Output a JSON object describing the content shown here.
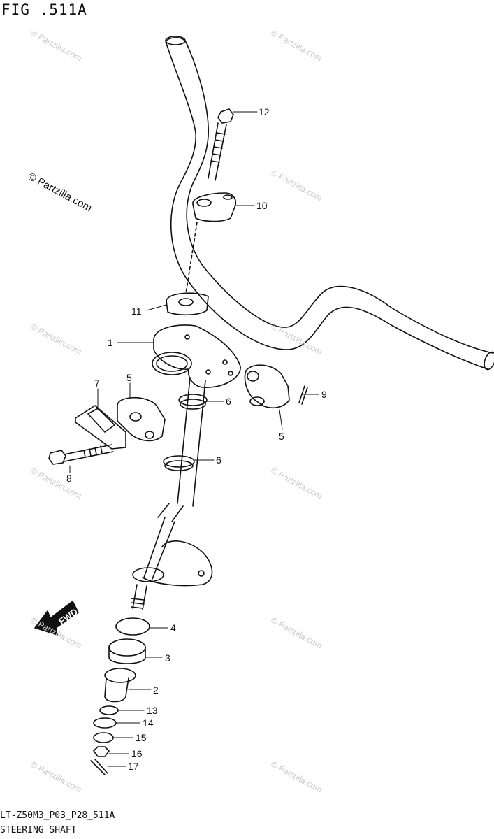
{
  "figure": {
    "title": "FIG .511A",
    "footer_code": "LT-Z50M3_P03_P28_511A",
    "footer_name": "STEERING SHAFT",
    "copyright": "© Partzilla.com",
    "watermark": "© Partzilla.com",
    "fwd_label": "FWD"
  },
  "callouts": [
    {
      "id": "12",
      "label": "12"
    },
    {
      "id": "10",
      "label": "10"
    },
    {
      "id": "11",
      "label": "11"
    },
    {
      "id": "1",
      "label": "1"
    },
    {
      "id": "7",
      "label": "7"
    },
    {
      "id": "5a",
      "label": "5"
    },
    {
      "id": "6a",
      "label": "6"
    },
    {
      "id": "9",
      "label": "9"
    },
    {
      "id": "5b",
      "label": "5"
    },
    {
      "id": "6b",
      "label": "6"
    },
    {
      "id": "8",
      "label": "8"
    },
    {
      "id": "4",
      "label": "4"
    },
    {
      "id": "3",
      "label": "3"
    },
    {
      "id": "2",
      "label": "2"
    },
    {
      "id": "13",
      "label": "13"
    },
    {
      "id": "14",
      "label": "14"
    },
    {
      "id": "15",
      "label": "15"
    },
    {
      "id": "16",
      "label": "16"
    },
    {
      "id": "17",
      "label": "17"
    }
  ]
}
